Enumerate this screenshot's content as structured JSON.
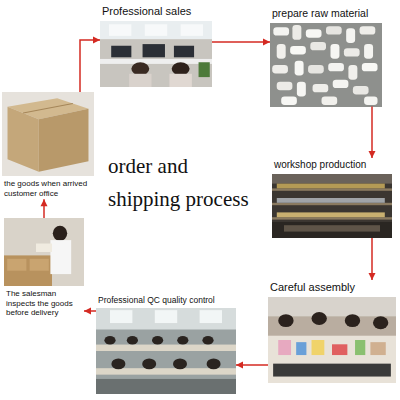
{
  "diagram": {
    "title": "order and shipping process",
    "nodes": [
      {
        "text": [
          "Professional sales"
        ]
      },
      {
        "text": [
          "prepare raw material"
        ]
      },
      {
        "text": [
          "workshop production"
        ]
      },
      {
        "text": [
          "Careful assembly"
        ]
      },
      {
        "text": [
          "Professional QC quality control"
        ]
      },
      {
        "text": [
          "The salesman inspects the goods before delivery"
        ]
      },
      {
        "text": [
          "the goods when arrived customer office"
        ]
      }
    ],
    "edges": [
      {
        "from": 0,
        "to": 1,
        "arrow": "to"
      },
      {
        "from": 1,
        "to": 2,
        "arrow": "to"
      },
      {
        "from": 2,
        "to": 3,
        "arrow": "to"
      },
      {
        "from": 3,
        "to": 4,
        "arrow": "to"
      },
      {
        "from": 4,
        "to": 5,
        "arrow": "to"
      },
      {
        "from": 5,
        "to": 6,
        "arrow": "to"
      },
      {
        "from": 6,
        "to": 0,
        "arrow": "to"
      }
    ]
  }
}
